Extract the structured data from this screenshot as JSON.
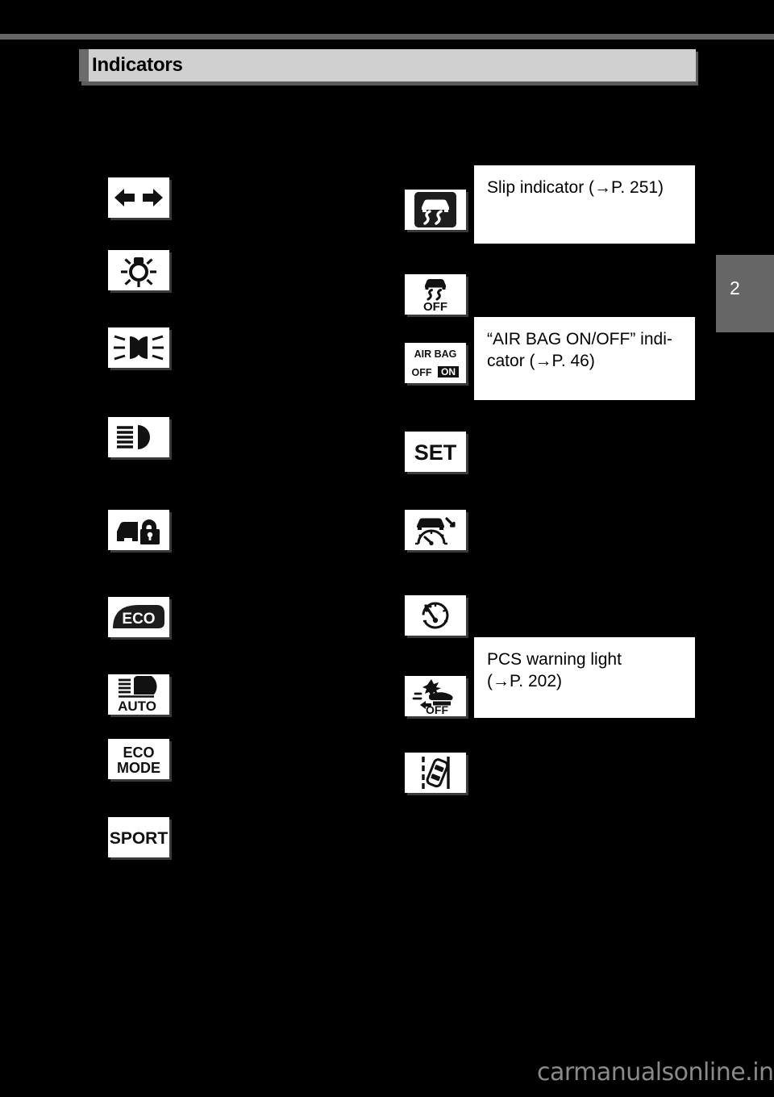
{
  "page": {
    "background_color": "#000000",
    "title": "Indicators",
    "chapter_tab": "2",
    "watermark": "carmanualsonline.info"
  },
  "columns": {
    "left": {
      "icons": [
        {
          "name": "turn-signal-indicator",
          "label": "turn signal arrows"
        },
        {
          "name": "tail-light-indicator",
          "label": "exterior light / tail light"
        },
        {
          "name": "headlight-indicator",
          "label": "headlight low beam"
        },
        {
          "name": "high-beam-indicator",
          "label": "headlight high beam"
        },
        {
          "name": "theft-deterrent-indicator",
          "label": "security / theft deterrent"
        },
        {
          "name": "eco-driving-indicator",
          "label": "ECO"
        },
        {
          "name": "auto-high-beam-indicator",
          "label": "AUTO high beam"
        },
        {
          "name": "eco-mode-indicator",
          "label": "ECO MODE"
        },
        {
          "name": "sport-mode-indicator",
          "label": "SPORT"
        }
      ]
    },
    "right": {
      "icons": [
        {
          "name": "slip-indicator",
          "label": "slip indicator"
        },
        {
          "name": "vsc-off-indicator",
          "label": "VSC OFF"
        },
        {
          "name": "air-bag-on-off-indicator",
          "label": "AIR BAG ON/OFF"
        },
        {
          "name": "set-indicator",
          "label": "SET"
        },
        {
          "name": "radar-cruise-control-indicator",
          "label": "dynamic radar cruise control"
        },
        {
          "name": "cruise-control-indicator",
          "label": "cruise control"
        },
        {
          "name": "pcs-off-indicator",
          "label": "PCS OFF"
        },
        {
          "name": "lda-indicator",
          "label": "lane departure alert"
        }
      ],
      "descriptions": [
        {
          "name": "slip-indicator-description",
          "text": "Slip indicator (→P. 251)"
        },
        {
          "name": "air-bag-indicator-description",
          "text": "“AIR BAG ON/OFF” indi-cator (→P. 46)"
        },
        {
          "name": "pcs-warning-light-description",
          "text": "PCS warning light (→P. 202)"
        }
      ]
    }
  },
  "icon_text": {
    "eco": "ECO",
    "auto": "AUTO",
    "eco_mode_line1": "ECO",
    "eco_mode_line2": "MODE",
    "sport": "SPORT",
    "off": "OFF",
    "air_bag": "AIR BAG",
    "air_bag_off": "OFF",
    "air_bag_on": "ON",
    "set": "SET"
  },
  "descriptions_lines": {
    "slip": [
      "Slip indicator (→P. 251)"
    ],
    "airbag": [
      "“AIR BAG ON/OFF” indi-",
      "cator (→P. 46)"
    ],
    "pcs": [
      "PCS warning light",
      "(→P. 202)"
    ]
  }
}
